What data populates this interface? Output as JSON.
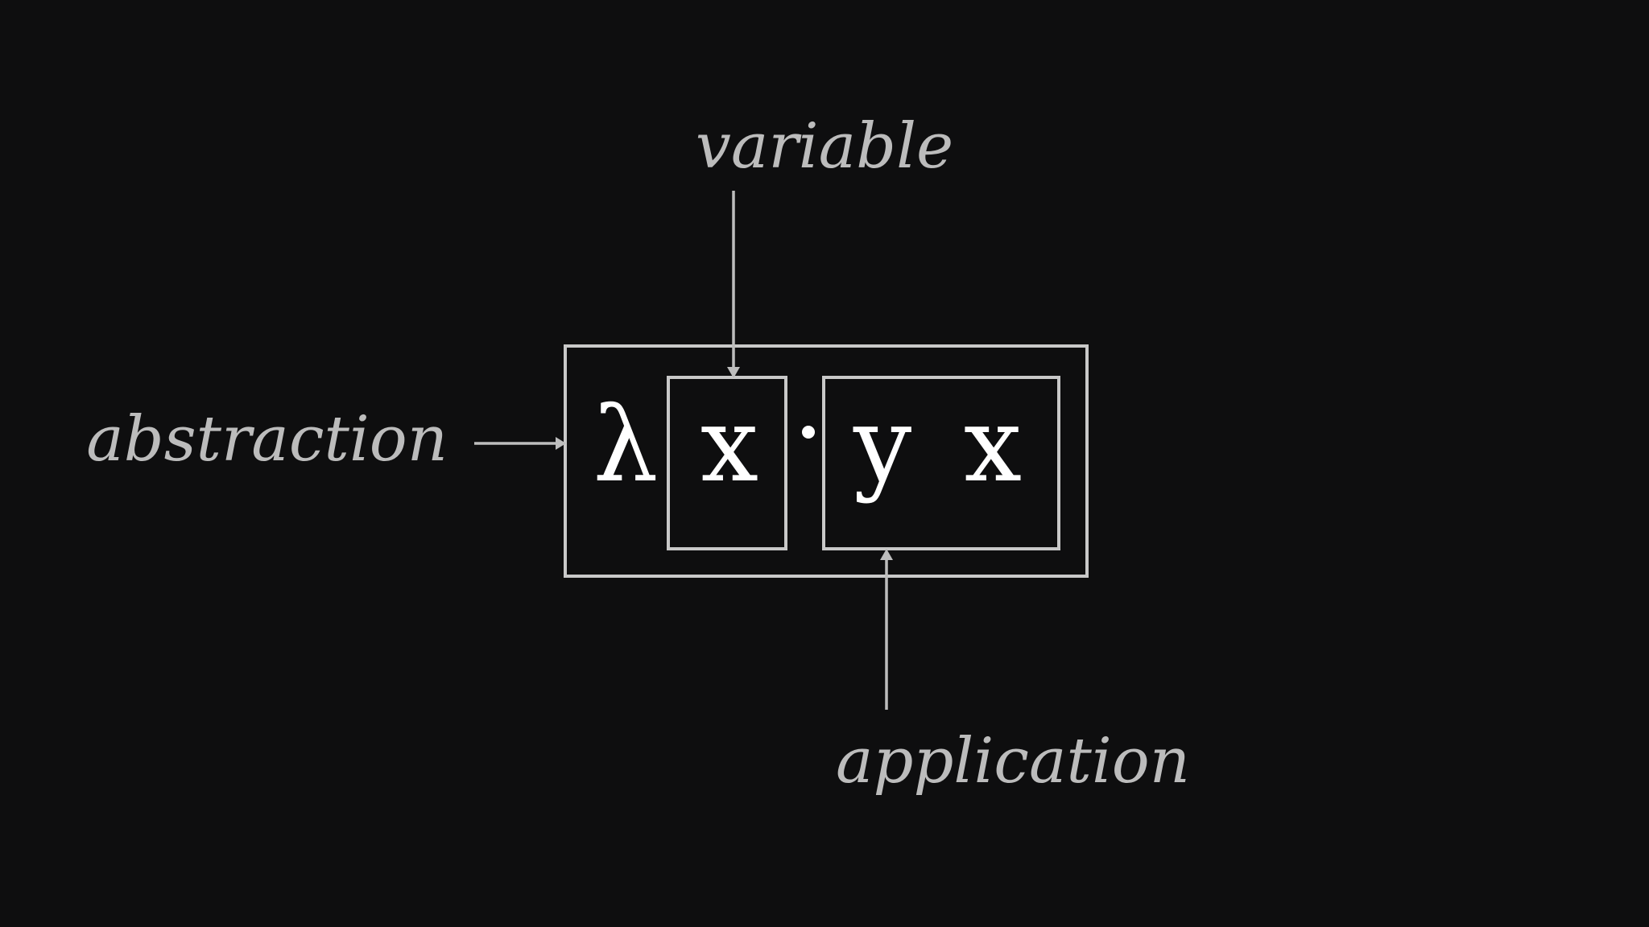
{
  "annotations": {
    "variable": "variable",
    "abstraction": "abstraction",
    "application": "application"
  },
  "expression": {
    "lambda": "λ",
    "bound_variable": "x",
    "dot": "·",
    "body_function": "y",
    "body_argument": "x"
  },
  "colors": {
    "background": "#0e0e0f",
    "annotation_text": "#bcbcbc",
    "symbol_text": "#ffffff",
    "box_stroke": "#c8c8c8",
    "arrow": "#bdbdbd"
  }
}
